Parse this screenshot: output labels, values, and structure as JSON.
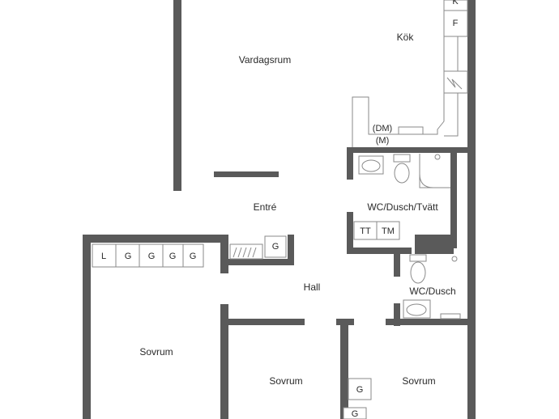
{
  "rooms": {
    "kitchen": "Kök",
    "living": "Vardagsrum",
    "entrance": "Entré",
    "wc_shower_laundry": "WC/Dusch/Tvätt",
    "hall": "Hall",
    "wc_shower": "WC/Dusch",
    "bedroom_left": "Sovrum",
    "bedroom_middle": "Sovrum",
    "bedroom_right": "Sovrum"
  },
  "kitchen_fixtures": {
    "fridge_letter": "K",
    "freezer_letter": "F",
    "dishwasher": "(DM)",
    "microwave": "(M)"
  },
  "laundry": {
    "tumble_dryer": "TT",
    "washer": "TM"
  },
  "wardrobes": {
    "linen": "L",
    "g1": "G",
    "g2": "G",
    "g3": "G",
    "g4": "G",
    "entrance_g": "G",
    "bedroom_g1": "G",
    "bedroom_g2": "G"
  }
}
